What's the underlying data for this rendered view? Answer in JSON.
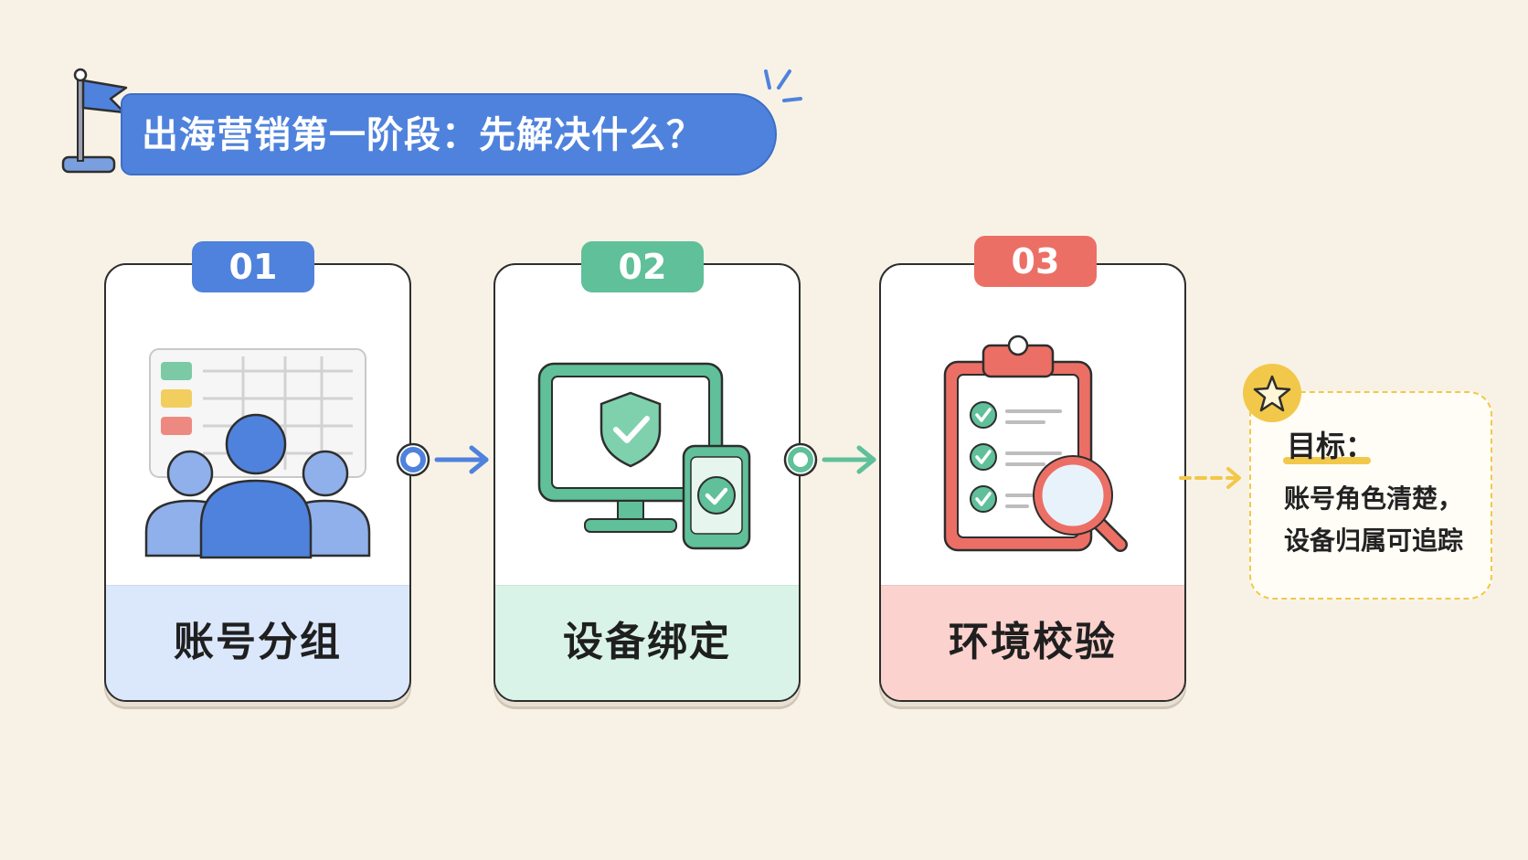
{
  "title": "出海营销第一阶段：先解决什么？",
  "steps": [
    {
      "number": "01",
      "label": "账号分组",
      "color": "#4f82dc",
      "band": "#dbe7fb",
      "icon": "user-group-icon"
    },
    {
      "number": "02",
      "label": "设备绑定",
      "color": "#5fc09a",
      "band": "#d9f3e8",
      "icon": "device-shield-icon"
    },
    {
      "number": "03",
      "label": "环境校验",
      "color": "#ec6f66",
      "band": "#fbd2cd",
      "icon": "clipboard-check-icon"
    }
  ],
  "goal": {
    "title": "目标：",
    "lines": [
      "账号角色清楚，",
      "设备归属可追踪"
    ],
    "color": "#f2c84b",
    "icon": "star-icon"
  }
}
